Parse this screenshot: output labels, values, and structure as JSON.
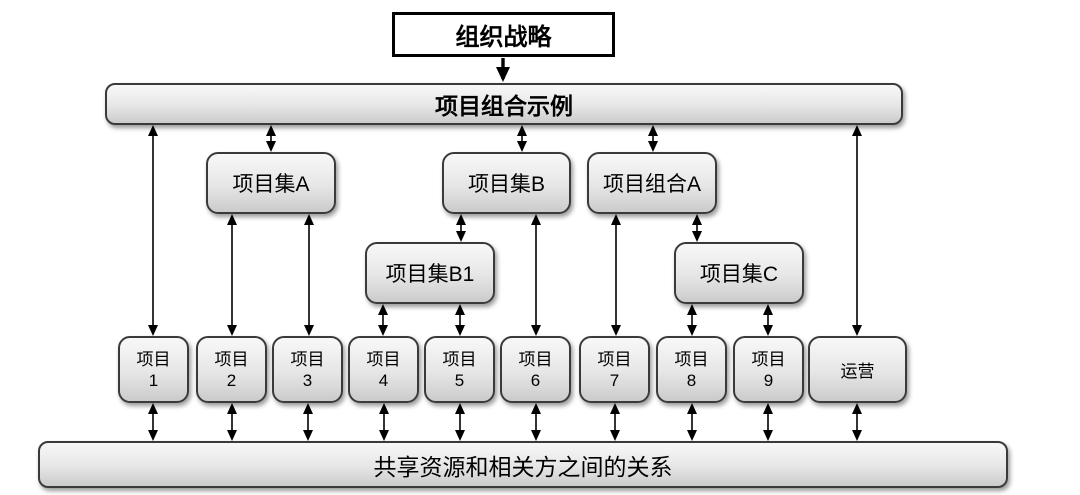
{
  "diagram": {
    "strategy": {
      "label": "组织战略"
    },
    "portfolio_bar": {
      "label": "项目组合示例"
    },
    "programs": [
      {
        "id": "program-a",
        "label": "项目集A"
      },
      {
        "id": "program-b",
        "label": "项目集B"
      },
      {
        "id": "portfolio-a",
        "label": "项目组合A"
      }
    ],
    "subprograms": [
      {
        "id": "program-b1",
        "label": "项目集B1"
      },
      {
        "id": "program-c",
        "label": "项目集C"
      }
    ],
    "projects": [
      {
        "line1": "项目",
        "line2": "1"
      },
      {
        "line1": "项目",
        "line2": "2"
      },
      {
        "line1": "项目",
        "line2": "3"
      },
      {
        "line1": "项目",
        "line2": "4"
      },
      {
        "line1": "项目",
        "line2": "5"
      },
      {
        "line1": "项目",
        "line2": "6"
      },
      {
        "line1": "项目",
        "line2": "7"
      },
      {
        "line1": "项目",
        "line2": "8"
      },
      {
        "line1": "项目",
        "line2": "9"
      }
    ],
    "operations": {
      "label": "运营"
    },
    "shared_bar": {
      "label": "共享资源和相关方之间的关系"
    },
    "colors": {
      "node_fill_top": "#f8f8f8",
      "node_fill_bottom": "#cbcbcb",
      "node_border": "#3a3a3a",
      "strategy_fill": "#ffffff",
      "strategy_border": "#000000",
      "arrow": "#000000",
      "text": "#000000",
      "background": "#ffffff"
    },
    "connections": [
      {
        "from": "组织战略",
        "to": "项目组合示例",
        "type": "one-way"
      },
      {
        "from": "项目组合示例",
        "to": "项目1",
        "type": "two-way"
      },
      {
        "from": "项目组合示例",
        "to": "项目集A",
        "type": "two-way"
      },
      {
        "from": "项目组合示例",
        "to": "项目集B",
        "type": "two-way"
      },
      {
        "from": "项目组合示例",
        "to": "项目组合A",
        "type": "two-way"
      },
      {
        "from": "项目组合示例",
        "to": "运营",
        "type": "two-way"
      },
      {
        "from": "项目集A",
        "to": "项目2",
        "type": "two-way"
      },
      {
        "from": "项目集A",
        "to": "项目3",
        "type": "two-way"
      },
      {
        "from": "项目集B",
        "to": "项目集B1",
        "type": "two-way"
      },
      {
        "from": "项目集B",
        "to": "项目6",
        "type": "two-way"
      },
      {
        "from": "项目组合A",
        "to": "项目7",
        "type": "two-way"
      },
      {
        "from": "项目组合A",
        "to": "项目集C",
        "type": "two-way"
      },
      {
        "from": "项目集B1",
        "to": "项目4",
        "type": "two-way"
      },
      {
        "from": "项目集B1",
        "to": "项目5",
        "type": "two-way"
      },
      {
        "from": "项目集C",
        "to": "项目8",
        "type": "two-way"
      },
      {
        "from": "项目集C",
        "to": "项目9",
        "type": "two-way"
      },
      {
        "from": "项目1",
        "to": "共享资源和相关方之间的关系",
        "type": "two-way"
      },
      {
        "from": "项目2",
        "to": "共享资源和相关方之间的关系",
        "type": "two-way"
      },
      {
        "from": "项目3",
        "to": "共享资源和相关方之间的关系",
        "type": "two-way"
      },
      {
        "from": "项目4",
        "to": "共享资源和相关方之间的关系",
        "type": "two-way"
      },
      {
        "from": "项目5",
        "to": "共享资源和相关方之间的关系",
        "type": "two-way"
      },
      {
        "from": "项目6",
        "to": "共享资源和相关方之间的关系",
        "type": "two-way"
      },
      {
        "from": "项目7",
        "to": "共享资源和相关方之间的关系",
        "type": "two-way"
      },
      {
        "from": "项目8",
        "to": "共享资源和相关方之间的关系",
        "type": "two-way"
      },
      {
        "from": "项目9",
        "to": "共享资源和相关方之间的关系",
        "type": "two-way"
      },
      {
        "from": "运营",
        "to": "共享资源和相关方之间的关系",
        "type": "two-way"
      }
    ]
  }
}
